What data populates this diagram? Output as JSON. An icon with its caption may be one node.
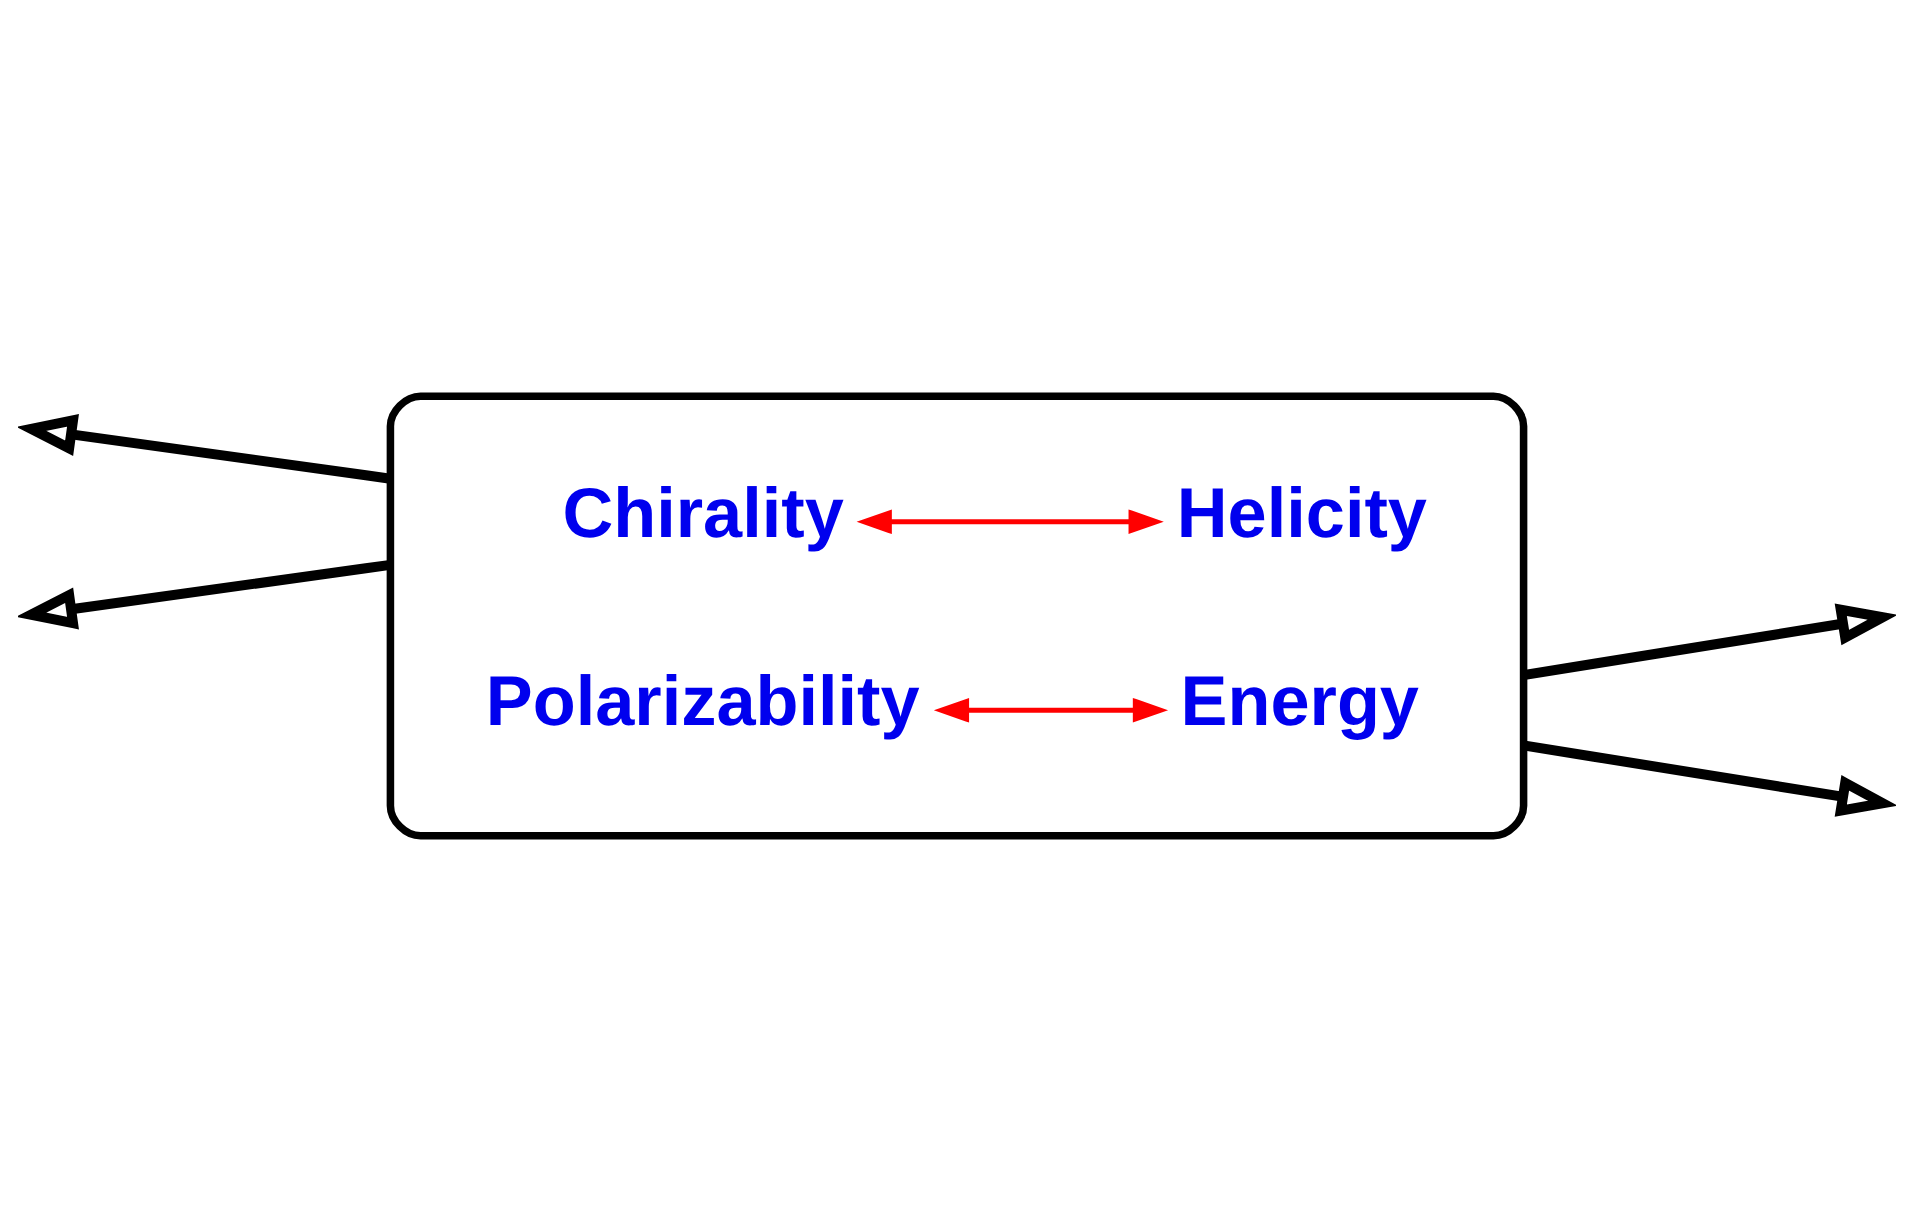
{
  "diagram": {
    "nodes": [
      {
        "text": [],
        "shape": "ellipse"
      },
      {
        "text": [
          "Chirality"
        ],
        "in": 0
      },
      {
        "text": [
          "Helicity"
        ],
        "in": 0
      },
      {
        "text": [
          "Polarizability"
        ],
        "in": 0
      },
      {
        "text": [
          "Energy"
        ],
        "in": 0
      }
    ],
    "edges": [
      {
        "from": 1,
        "to": 2,
        "arrow": "both",
        "color": "#ff0000"
      },
      {
        "from": 3,
        "to": 4,
        "arrow": "both",
        "color": "#ff0000"
      },
      {
        "from": 0,
        "to": null,
        "arrow": "to"
      },
      {
        "from": 0,
        "to": null,
        "arrow": "to"
      },
      {
        "from": 0,
        "to": null,
        "arrow": "to"
      },
      {
        "from": 0,
        "to": null,
        "arrow": "to"
      }
    ]
  }
}
